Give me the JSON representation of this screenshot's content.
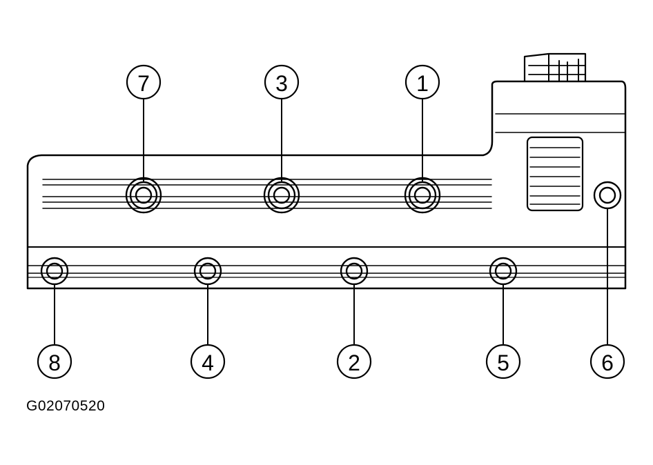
{
  "figure_id": "G02070520",
  "callouts": [
    {
      "label": "7",
      "position": "top"
    },
    {
      "label": "3",
      "position": "top"
    },
    {
      "label": "1",
      "position": "top"
    },
    {
      "label": "8",
      "position": "bottom"
    },
    {
      "label": "4",
      "position": "bottom"
    },
    {
      "label": "2",
      "position": "bottom"
    },
    {
      "label": "5",
      "position": "bottom"
    },
    {
      "label": "6",
      "position": "bottom"
    }
  ]
}
